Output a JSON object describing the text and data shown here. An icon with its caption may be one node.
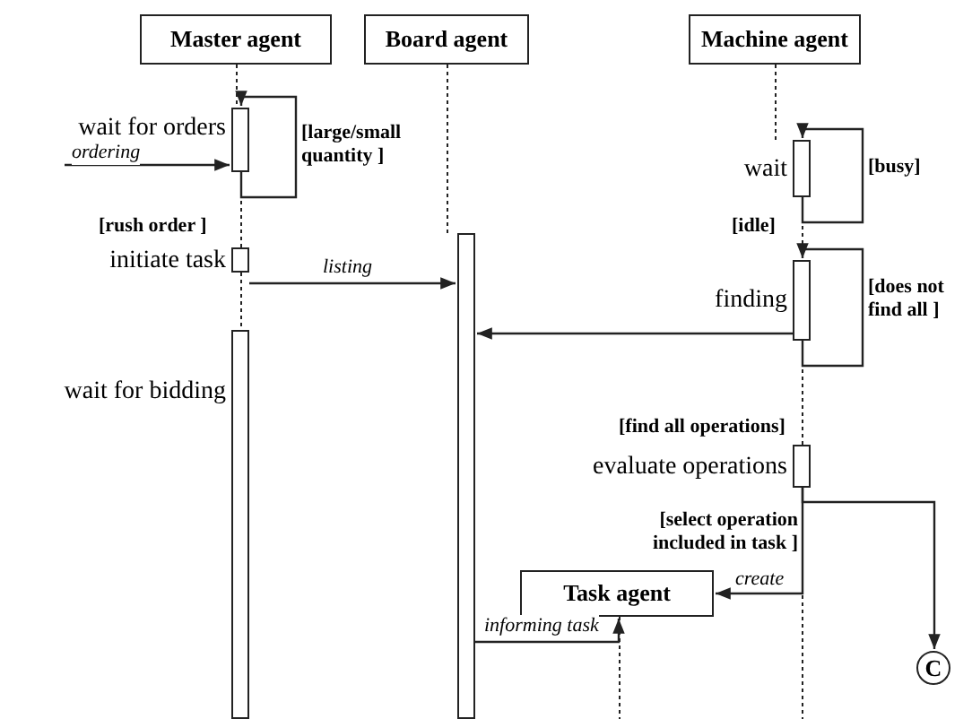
{
  "diagram": {
    "nodes": [
      {
        "text": [
          "Master agent"
        ]
      },
      {
        "text": [
          "Board agent"
        ]
      },
      {
        "text": [
          "Machine agent"
        ]
      },
      {
        "text": [],
        "shape": "bar",
        "beside": [
          "wait for orders"
        ]
      },
      {
        "text": [],
        "shape": "bar",
        "beside": [
          "initiate task"
        ]
      },
      {
        "text": [],
        "shape": "bar",
        "beside": [
          "wait for bidding"
        ]
      },
      {
        "text": [],
        "shape": "bar"
      },
      {
        "text": [],
        "shape": "bar",
        "beside": [
          "wait"
        ]
      },
      {
        "text": [],
        "shape": "bar",
        "beside": [
          "finding"
        ]
      },
      {
        "text": [],
        "shape": "bar",
        "beside": [
          "evaluate operations"
        ]
      },
      {
        "text": [
          "Task agent"
        ]
      },
      {
        "text": [
          "C"
        ]
      }
    ],
    "edges": [
      {
        "from": 3,
        "to": 3,
        "arrow": "to",
        "label": "[large/small quantity ]"
      },
      {
        "from": null,
        "to": 3,
        "arrow": "to",
        "label": "ordering"
      },
      {
        "from": 4,
        "to": 6,
        "arrow": "to",
        "label": "listing"
      },
      {
        "from": 7,
        "to": 7,
        "arrow": "to",
        "label": "[busy]"
      },
      {
        "from": 8,
        "to": 8,
        "arrow": "to",
        "label": "[does not find all ]"
      },
      {
        "from": 8,
        "to": 6,
        "arrow": "to"
      },
      {
        "from": 9,
        "to": 11,
        "arrow": "to"
      },
      {
        "from": 9,
        "to": 10,
        "arrow": "to",
        "label": "create"
      },
      {
        "from": 6,
        "to": 10,
        "arrow": "to",
        "label": "informing task"
      },
      {
        "from": 0,
        "to": 3,
        "arrow": "none",
        "style": "dashed"
      },
      {
        "from": 3,
        "to": 4,
        "arrow": "none",
        "style": "dashed"
      },
      {
        "from": 4,
        "to": 5,
        "arrow": "none",
        "style": "dashed"
      },
      {
        "from": 1,
        "to": 6,
        "arrow": "none",
        "style": "dashed"
      },
      {
        "from": 2,
        "to": 7,
        "arrow": "none",
        "style": "dashed"
      },
      {
        "from": 7,
        "to": 8,
        "arrow": "none",
        "style": "dashed"
      },
      {
        "from": 8,
        "to": 9,
        "arrow": "none",
        "style": "dashed"
      },
      {
        "from": 9,
        "to": null,
        "arrow": "none",
        "style": "dashed"
      },
      {
        "from": 10,
        "to": null,
        "arrow": "none",
        "style": "dashed"
      }
    ],
    "labels": [
      "[rush order ]",
      "[idle]",
      "[find all operations]",
      "[select operation included in task ]"
    ]
  }
}
